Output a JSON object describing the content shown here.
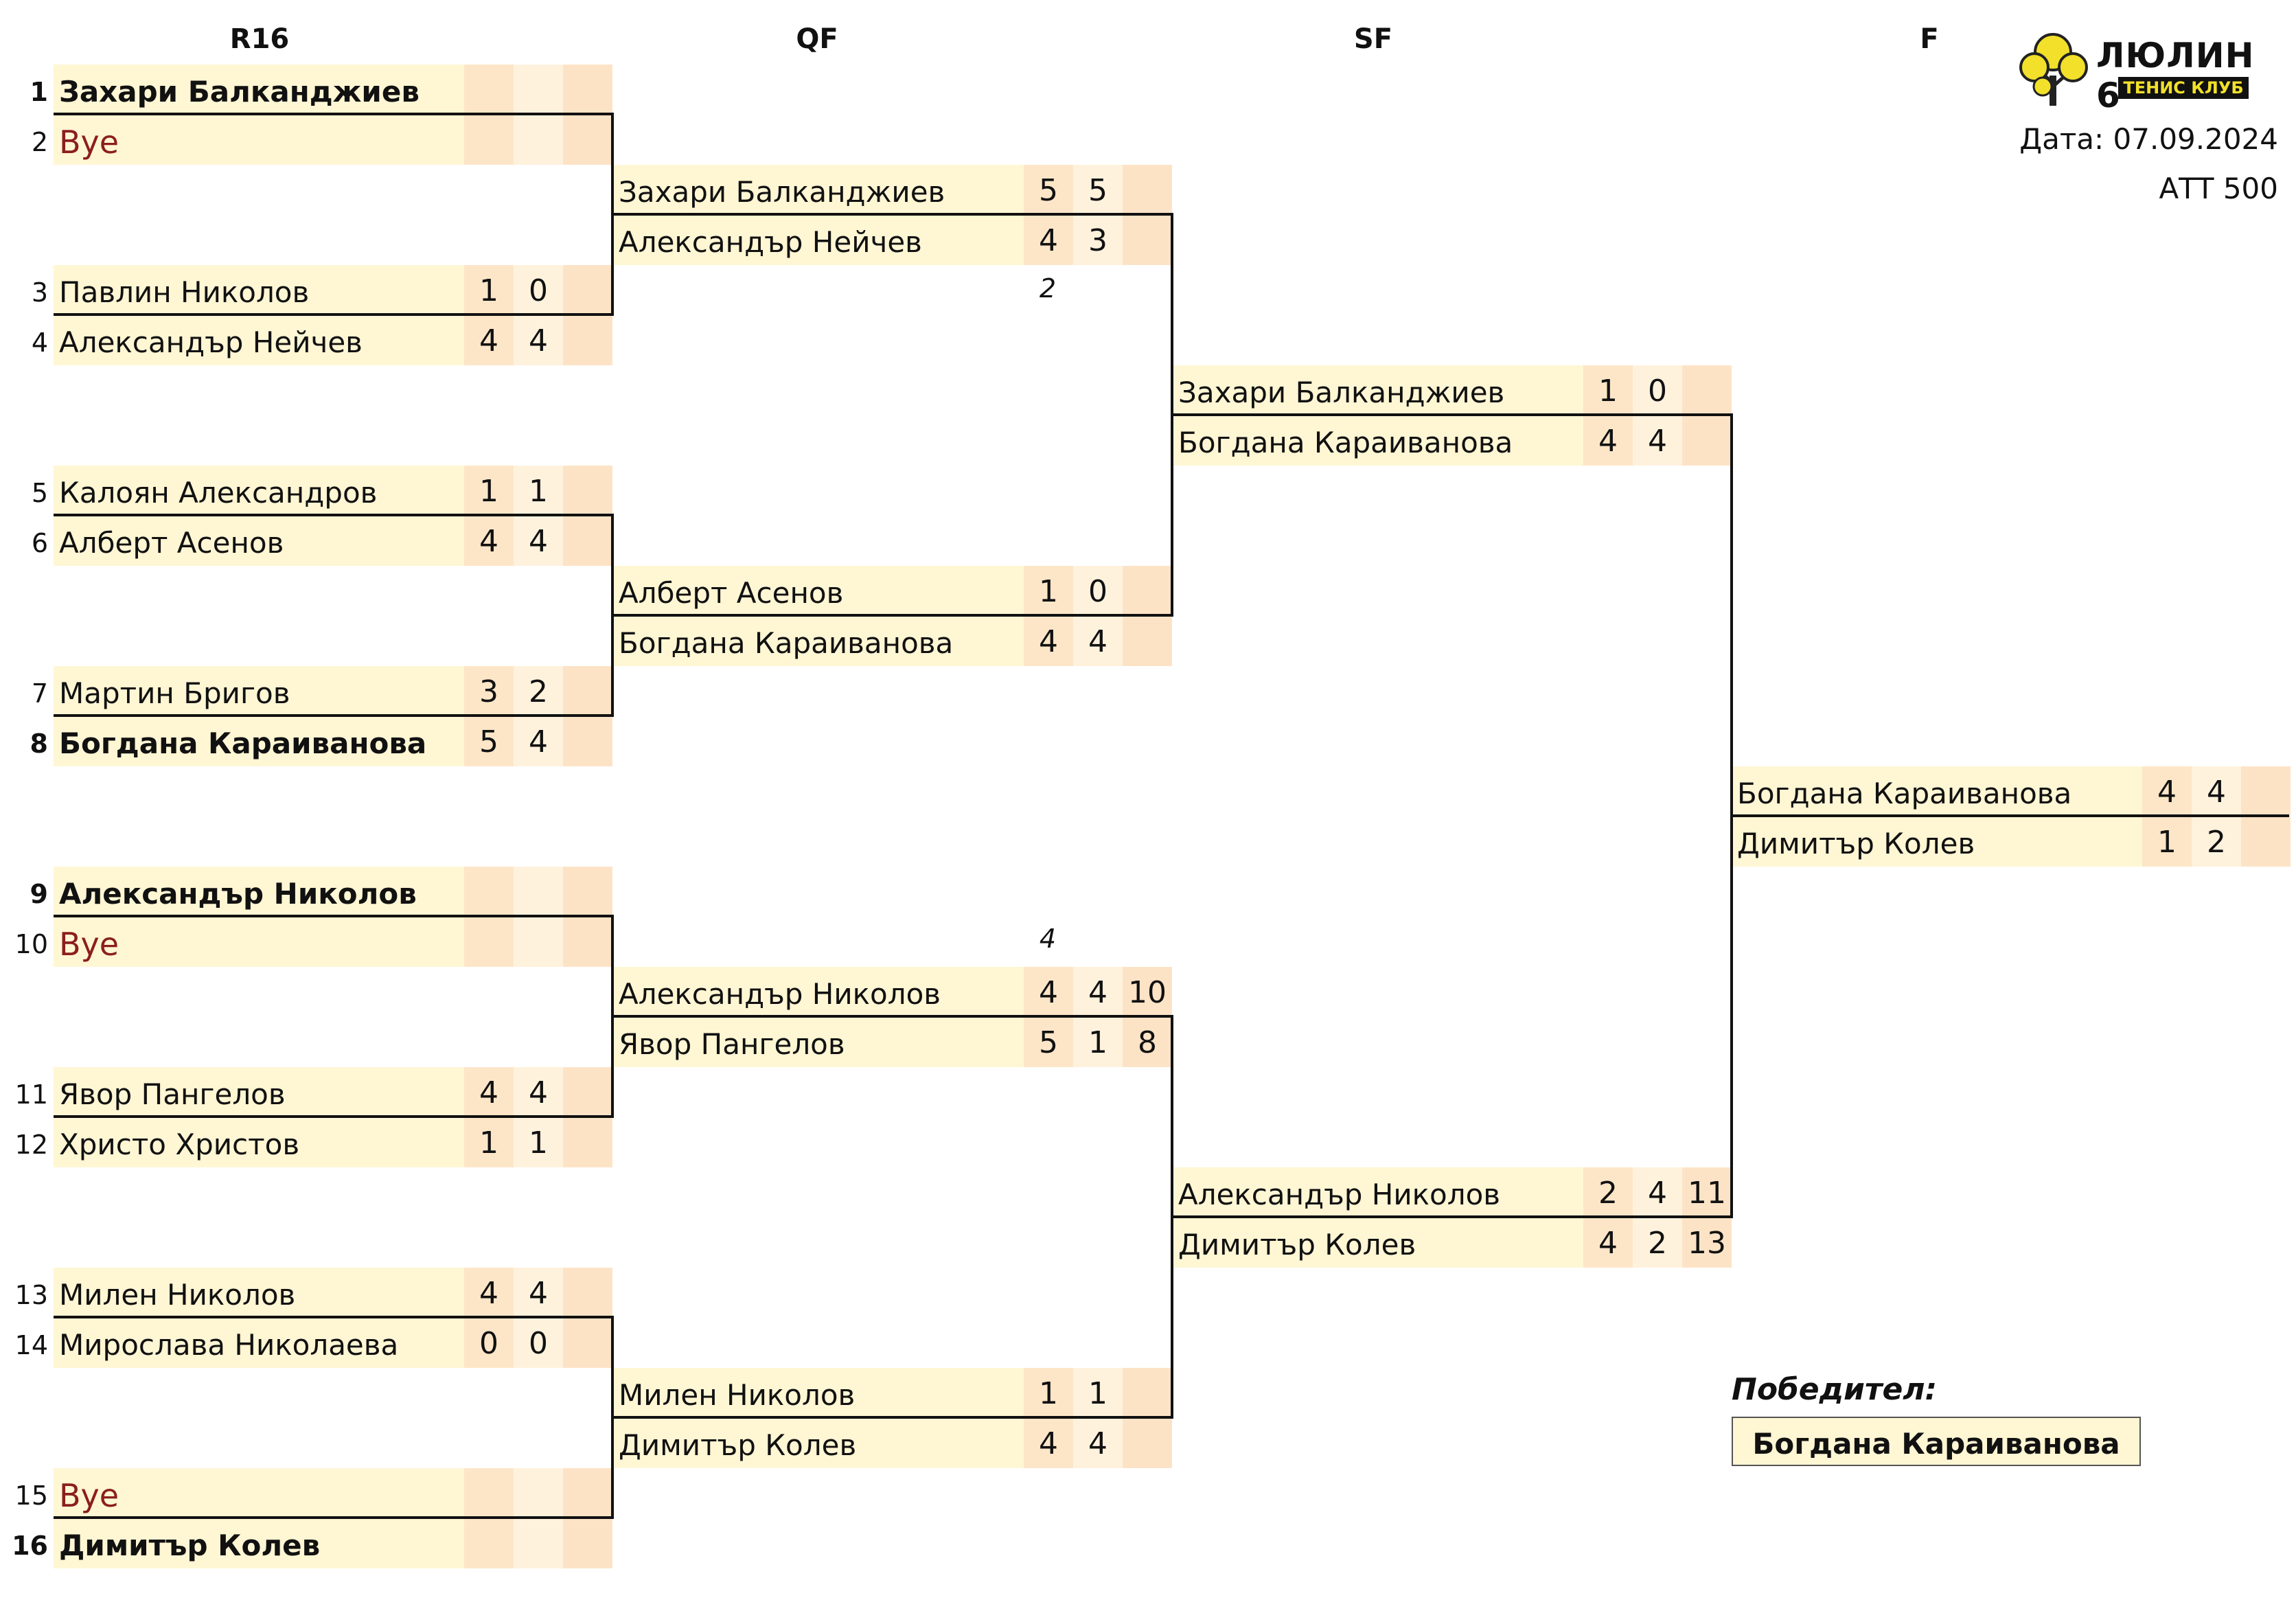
{
  "rounds": [
    "R16",
    "QF",
    "SF",
    "F"
  ],
  "info": {
    "date": "Дата: 07.09.2024",
    "category": "АТТ 500"
  },
  "logo": {
    "title": "ЛЮЛИН 6",
    "subtitle": "ТЕНИС КЛУБ",
    "accent": "#f2e02a"
  },
  "r16": [
    {
      "seed": "1",
      "name": "Захари Балканджиев",
      "s1": "",
      "s2": "",
      "s3": "",
      "bold": true,
      "bye": false
    },
    {
      "seed": "2",
      "name": "Bye",
      "s1": "",
      "s2": "",
      "s3": "",
      "bold": false,
      "bye": true
    },
    {
      "seed": "3",
      "name": "Павлин Николов",
      "s1": "1",
      "s2": "0",
      "s3": "",
      "bold": false,
      "bye": false
    },
    {
      "seed": "4",
      "name": "Александър Нейчев",
      "s1": "4",
      "s2": "4",
      "s3": "",
      "bold": false,
      "bye": false
    },
    {
      "seed": "5",
      "name": "Калоян Александров",
      "s1": "1",
      "s2": "1",
      "s3": "",
      "bold": false,
      "bye": false
    },
    {
      "seed": "6",
      "name": "Алберт Асенов",
      "s1": "4",
      "s2": "4",
      "s3": "",
      "bold": false,
      "bye": false
    },
    {
      "seed": "7",
      "name": "Мартин Бригов",
      "s1": "3",
      "s2": "2",
      "s3": "",
      "bold": false,
      "bye": false
    },
    {
      "seed": "8",
      "name": "Богдана Караиванова",
      "s1": "5",
      "s2": "4",
      "s3": "",
      "bold": true,
      "bye": false
    },
    {
      "seed": "9",
      "name": "Александър Николов",
      "s1": "",
      "s2": "",
      "s3": "",
      "bold": true,
      "bye": false
    },
    {
      "seed": "10",
      "name": "Bye",
      "s1": "",
      "s2": "",
      "s3": "",
      "bold": false,
      "bye": true
    },
    {
      "seed": "11",
      "name": "Явор Пангелов",
      "s1": "4",
      "s2": "4",
      "s3": "",
      "bold": false,
      "bye": false
    },
    {
      "seed": "12",
      "name": "Христо Христов",
      "s1": "1",
      "s2": "1",
      "s3": "",
      "bold": false,
      "bye": false
    },
    {
      "seed": "13",
      "name": "Милен Николов",
      "s1": "4",
      "s2": "4",
      "s3": "",
      "bold": false,
      "bye": false
    },
    {
      "seed": "14",
      "name": "Мирослава Николаева",
      "s1": "0",
      "s2": "0",
      "s3": "",
      "bold": false,
      "bye": false
    },
    {
      "seed": "15",
      "name": "Bye",
      "s1": "",
      "s2": "",
      "s3": "",
      "bold": false,
      "bye": true
    },
    {
      "seed": "16",
      "name": "Димитър Колев",
      "s1": "",
      "s2": "",
      "s3": "",
      "bold": true,
      "bye": false
    }
  ],
  "qf": [
    {
      "name": "Захари Балканджиев",
      "s1": "5",
      "s2": "5",
      "s3": ""
    },
    {
      "name": "Александър Нейчев",
      "s1": "4",
      "s2": "3",
      "s3": ""
    },
    {
      "name": "Алберт Асенов",
      "s1": "1",
      "s2": "0",
      "s3": ""
    },
    {
      "name": "Богдана Караиванова",
      "s1": "4",
      "s2": "4",
      "s3": ""
    },
    {
      "name": "Александър Николов",
      "s1": "4",
      "s2": "4",
      "s3": "10"
    },
    {
      "name": "Явор Пангелов",
      "s1": "5",
      "s2": "1",
      "s3": "8"
    },
    {
      "name": "Милен Николов",
      "s1": "1",
      "s2": "1",
      "s3": ""
    },
    {
      "name": "Димитър Колев",
      "s1": "4",
      "s2": "4",
      "s3": ""
    }
  ],
  "qf_notes": [
    "2",
    "4"
  ],
  "sf": [
    {
      "name": "Захари Балканджиев",
      "s1": "1",
      "s2": "0",
      "s3": ""
    },
    {
      "name": "Богдана Караиванова",
      "s1": "4",
      "s2": "4",
      "s3": ""
    },
    {
      "name": "Александър Николов",
      "s1": "2",
      "s2": "4",
      "s3": "11"
    },
    {
      "name": "Димитър Колев",
      "s1": "4",
      "s2": "2",
      "s3": "13"
    }
  ],
  "final": [
    {
      "name": "Богдана Караиванова",
      "s1": "4",
      "s2": "4",
      "s3": ""
    },
    {
      "name": "Димитър Колев",
      "s1": "1",
      "s2": "2",
      "s3": ""
    }
  ],
  "winner": {
    "label": "Победител:",
    "name": "Богдана Караиванова"
  }
}
